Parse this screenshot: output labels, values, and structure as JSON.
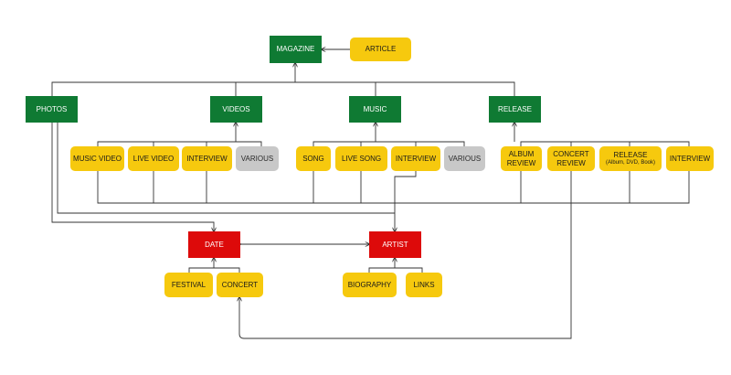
{
  "nodes": {
    "magazine": "MAGAZINE",
    "article": "ARTICLE",
    "photos": "PHOTOS",
    "videos": "VIDEOS",
    "music": "MUSIC",
    "release": "RELEASE",
    "video_items": [
      "MUSIC VIDEO",
      "LIVE VIDEO",
      "INTERVIEW",
      "VARIOUS"
    ],
    "music_items": [
      "SONG",
      "LIVE SONG",
      "INTERVIEW",
      "VARIOUS"
    ],
    "release_items": [
      {
        "line1": "ALBUM",
        "line2": "REVIEW"
      },
      {
        "line1": "CONCERT",
        "line2": "REVIEW"
      },
      {
        "line1": "RELEASE",
        "line2": "(Album, DVD, Book)"
      },
      {
        "line1": "INTERVIEW",
        "line2": ""
      }
    ],
    "date": "DATE",
    "artist": "ARTIST",
    "date_items": [
      "FESTIVAL",
      "CONCERT"
    ],
    "artist_items": [
      "BIOGRAPHY",
      "LINKS"
    ]
  },
  "colors": {
    "category": "#0f7a33",
    "item": "#f6c90e",
    "muted": "#c8c8c8",
    "key": "#dd0a0a",
    "line": "#333333"
  }
}
